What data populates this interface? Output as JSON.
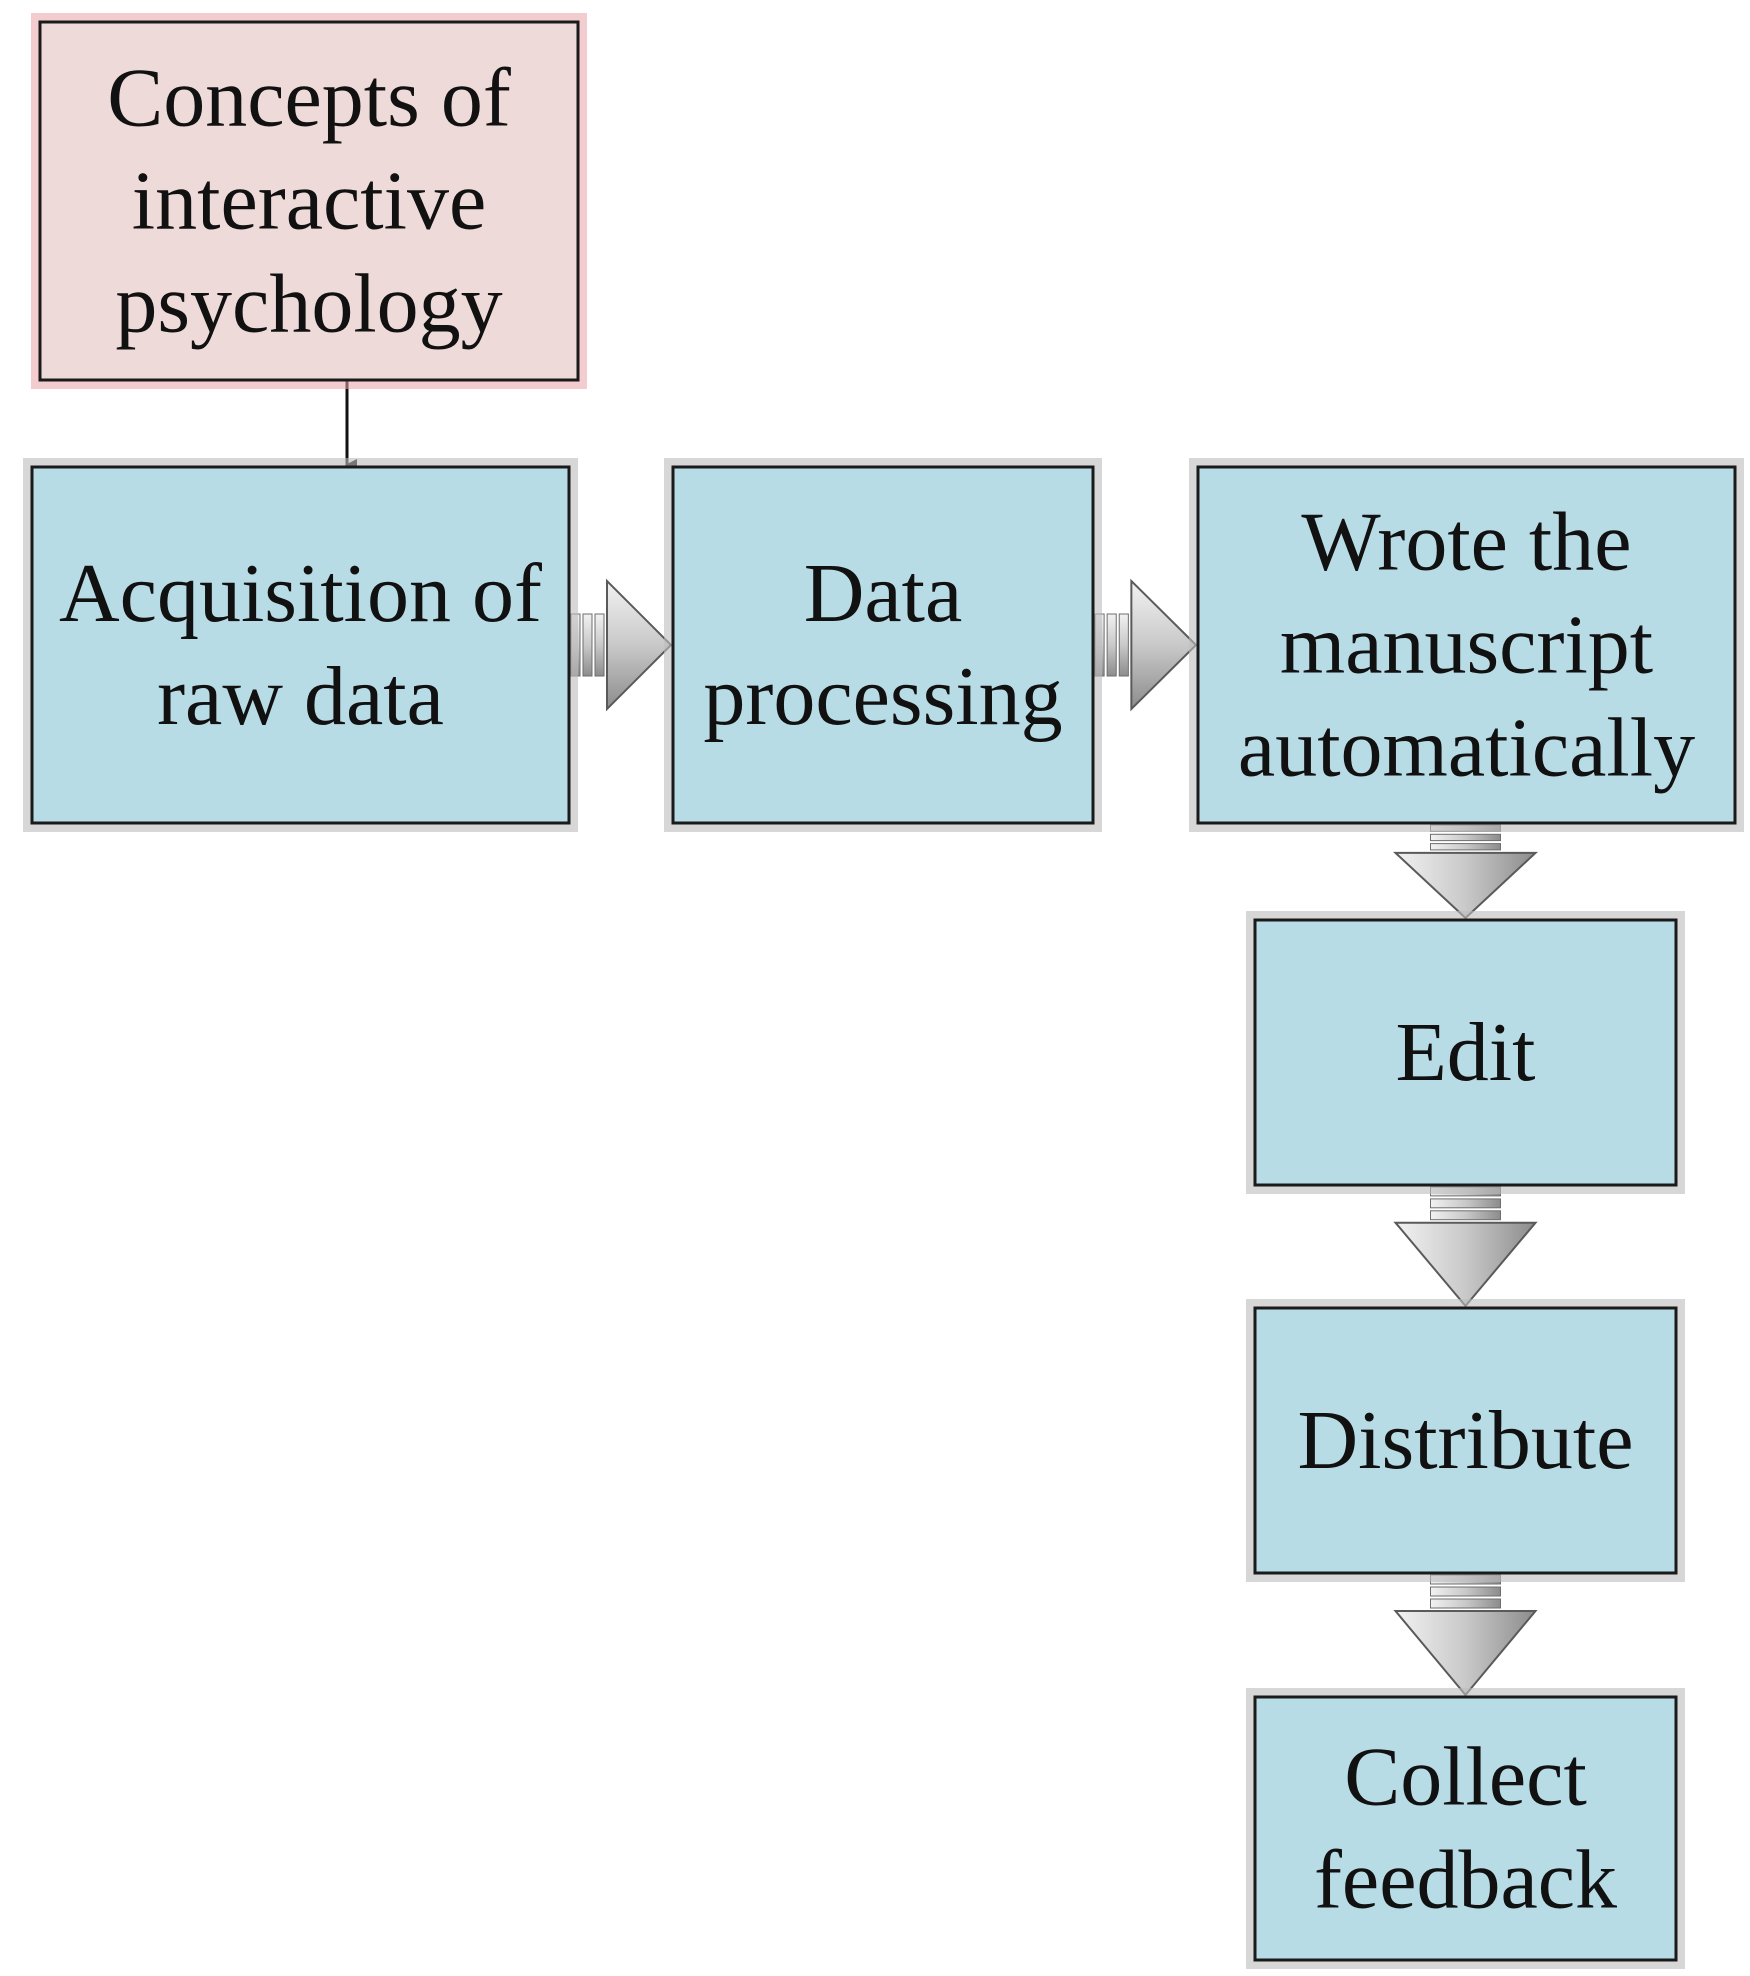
{
  "colors": {
    "concept_fill": "#efdada",
    "concept_halo": "#e9a3a8",
    "process_fill": "#b8dce6",
    "process_halo": "#bdbdbd",
    "arrow_fill": "#d6d6d6",
    "line": "#111111"
  },
  "nodes": [
    {
      "id": "concepts",
      "kind": "concept",
      "lines": [
        "Concepts of",
        "interactive",
        "psychology"
      ]
    },
    {
      "id": "acquisition",
      "kind": "process",
      "lines": [
        "Acquisition of",
        "raw data"
      ]
    },
    {
      "id": "processing",
      "kind": "process",
      "lines": [
        "Data",
        "processing"
      ]
    },
    {
      "id": "manuscript",
      "kind": "process",
      "lines": [
        "Wrote the",
        "manuscript",
        "automatically"
      ]
    },
    {
      "id": "edit",
      "kind": "process",
      "lines": [
        "Edit"
      ]
    },
    {
      "id": "distribute",
      "kind": "process",
      "lines": [
        "Distribute"
      ]
    },
    {
      "id": "feedback",
      "kind": "process",
      "lines": [
        "Collect",
        "feedback"
      ]
    }
  ],
  "edges": [
    {
      "from": "concepts",
      "to": "acquisition",
      "style": "thin-arrow"
    },
    {
      "from": "acquisition",
      "to": "processing",
      "style": "block-arrow"
    },
    {
      "from": "processing",
      "to": "manuscript",
      "style": "block-arrow"
    },
    {
      "from": "manuscript",
      "to": "edit",
      "style": "block-arrow"
    },
    {
      "from": "edit",
      "to": "distribute",
      "style": "block-arrow"
    },
    {
      "from": "distribute",
      "to": "feedback",
      "style": "block-arrow"
    }
  ]
}
